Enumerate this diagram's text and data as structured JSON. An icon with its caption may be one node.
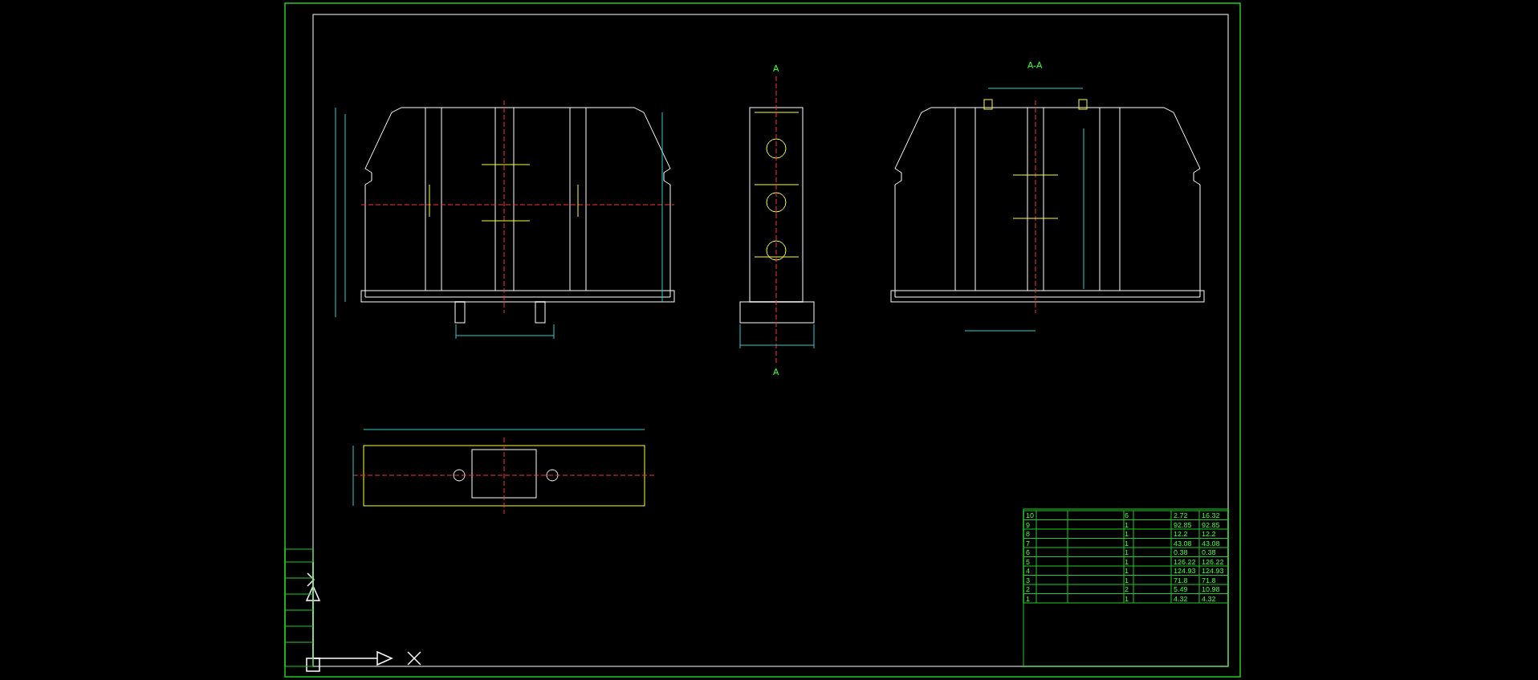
{
  "diagram": {
    "labels": [
      "A",
      "A-A",
      "A",
      "10",
      "6",
      "2.72",
      "16.32",
      "9",
      "1",
      "92.85",
      "92.85",
      "8",
      "1",
      "12.2",
      "12.2",
      "7",
      "1",
      "43.08",
      "43.08",
      "6",
      "1",
      "0.38",
      "0.38",
      "5",
      "1",
      "126.22",
      "126.22",
      "4",
      "1",
      "124.93",
      "124.93",
      "3",
      "1",
      "71.8",
      "71.8",
      "2",
      "2",
      "5.49",
      "10.98",
      "1",
      "1",
      "4.32",
      "4.32"
    ]
  }
}
